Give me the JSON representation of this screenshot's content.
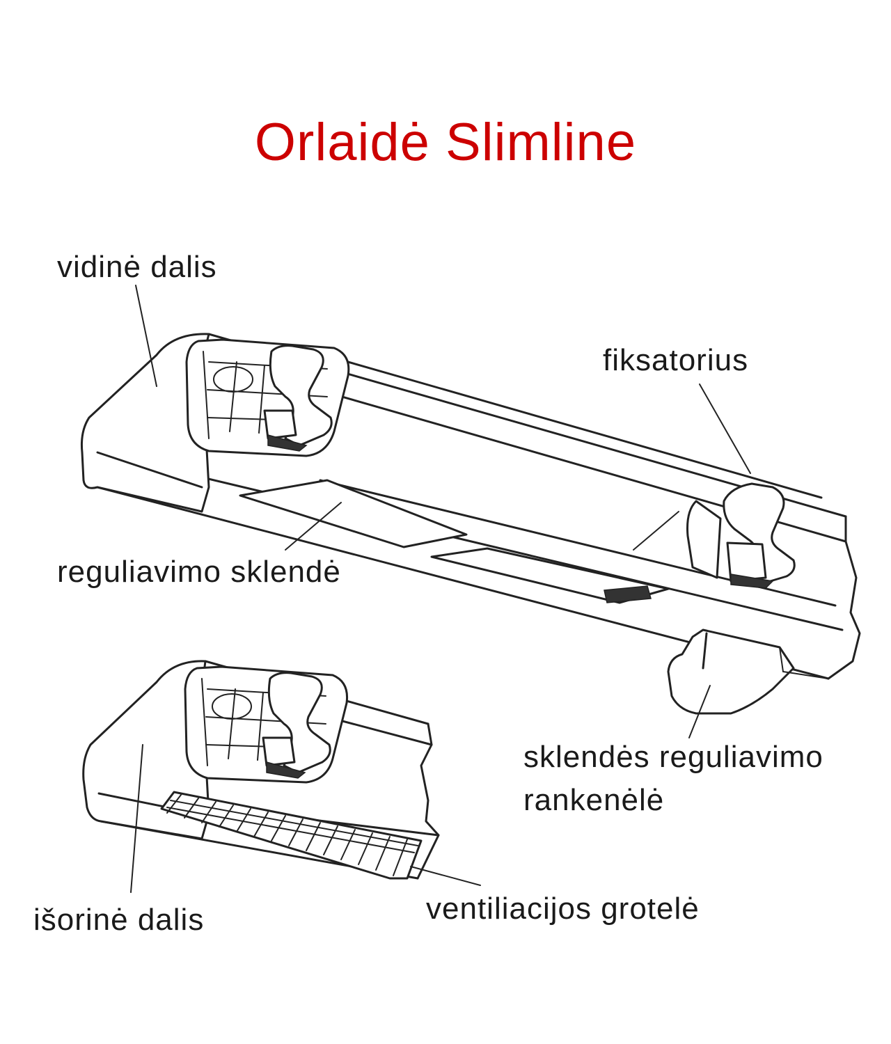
{
  "title": "Orlaidė Slimline",
  "labels": {
    "inner_part": "vidinė dalis",
    "lock": "fiksatorius",
    "damper": "reguliavimo sklendė",
    "damper_handle_line1": "sklendės reguliavimo",
    "damper_handle_line2": "rankenėlė",
    "outer_part": "išorinė dalis",
    "grille": "ventiliacijos grotelė"
  },
  "colors": {
    "title": "#cc0000",
    "text": "#1a1a1a",
    "line": "#222222",
    "background": "#ffffff"
  }
}
